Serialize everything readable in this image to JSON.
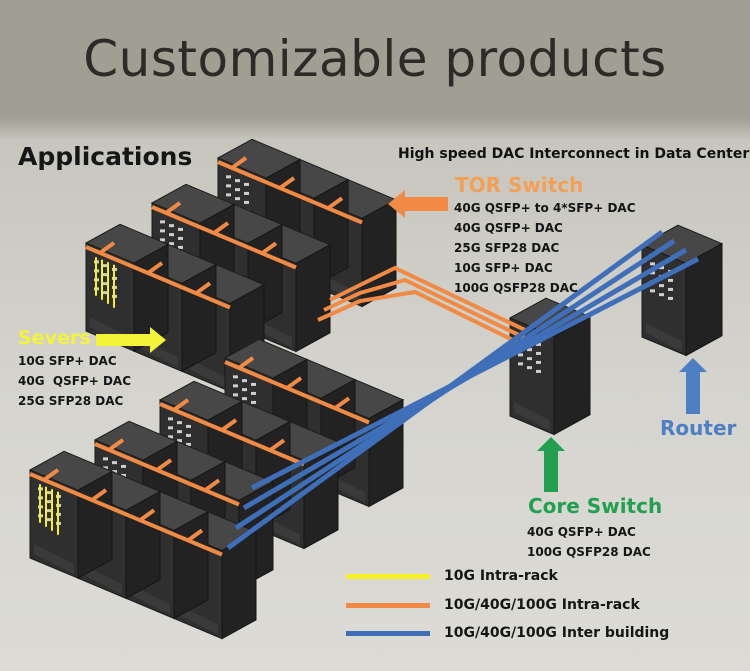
{
  "title": "Customizable products",
  "section_heading": "Applications",
  "subtitle": "High speed DAC Interconnect in Data Center",
  "colors": {
    "background": "#d6d5cf",
    "title_band": "#a09f94",
    "tor": "#f2a055",
    "servers": "#f3f33a",
    "core": "#22a050",
    "router": "#4d7fc4",
    "rack": "#2f2f2f"
  },
  "tor_switch": {
    "label": "TOR Switch",
    "products": [
      "40G QSFP+ to 4*SFP+ DAC",
      "40G QSFP+ DAC",
      "25G SFP28 DAC",
      "10G SFP+ DAC",
      "100G QSFP28 DAC"
    ]
  },
  "servers": {
    "label": "Severs",
    "products": [
      "10G SFP+ DAC",
      "40G  QSFP+ DAC",
      "25G SFP28 DAC"
    ]
  },
  "core_switch": {
    "label": "Core Switch",
    "products": [
      "40G QSFP+ DAC",
      "100G QSFP28 DAC"
    ]
  },
  "router": {
    "label": "Router"
  },
  "legend": [
    {
      "label": "10G Intra-rack",
      "color": "#f5f02a"
    },
    {
      "label": "10G/40G/100G Intra-rack",
      "color": "#f08a44"
    },
    {
      "label": "10G/40G/100G Inter building",
      "color": "#3f6fb8"
    }
  ]
}
